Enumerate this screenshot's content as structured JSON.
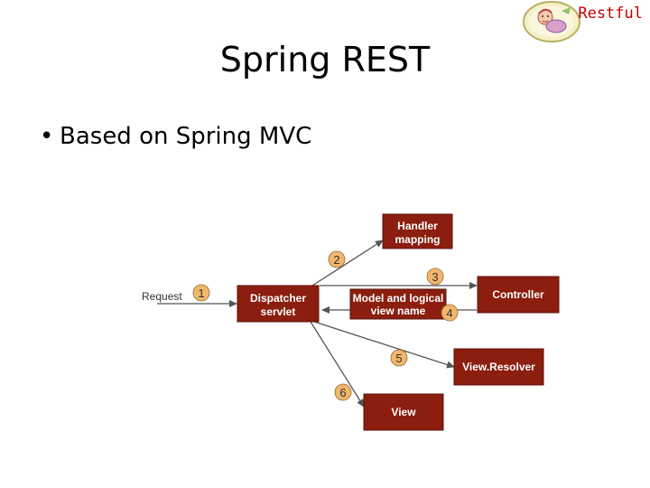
{
  "header": {
    "title": "Spring REST",
    "brand": "Restful"
  },
  "bullets": [
    "Based on Spring MVC"
  ],
  "diagram": {
    "colors": {
      "box_fill": "#8b1e0f",
      "step_circle": "#f2b66b",
      "arrow": "#555555"
    },
    "request_label": "Request",
    "boxes": {
      "handler_mapping": [
        "Handler",
        "mapping"
      ],
      "dispatcher": [
        "Dispatcher",
        "servlet"
      ],
      "model_view": [
        "Model and logical",
        "view name"
      ],
      "controller": [
        "Controller"
      ],
      "view_resolver": [
        "View.Resolver"
      ],
      "view": [
        "View"
      ]
    },
    "steps": [
      "1",
      "2",
      "3",
      "4",
      "5",
      "6"
    ]
  }
}
